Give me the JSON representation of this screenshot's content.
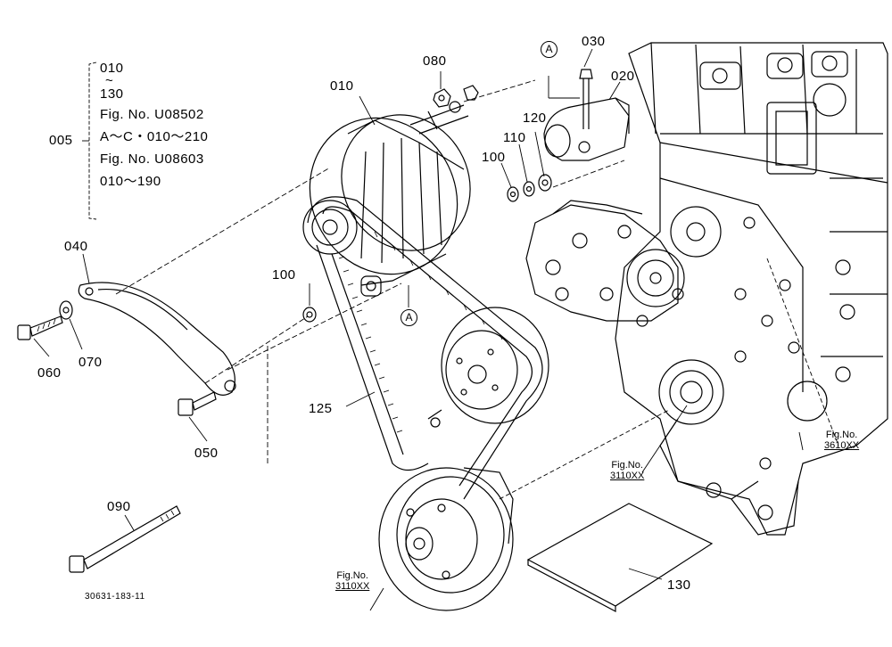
{
  "diagram_id": "30631-183-11",
  "group_label": "005",
  "group_note": [
    "010",
    "~",
    "130",
    "Fig. No. U08502",
    "A～C・010～210",
    "Fig. No. U08603",
    "010～190"
  ],
  "parts": {
    "p010": "010",
    "p020": "020",
    "p030": "030",
    "p040": "040",
    "p050": "050",
    "p060": "060",
    "p070": "070",
    "p080": "080",
    "p090": "090",
    "p100a": "100",
    "p100b": "100",
    "p110": "110",
    "p120": "120",
    "p125": "125",
    "p130": "130"
  },
  "callout_a": "A",
  "fig_refs": {
    "fig_top_left": [
      "Fig.No.",
      "3110XX"
    ],
    "fig_center": [
      "Fig.No.",
      "3110XX"
    ],
    "fig_right": [
      "Fig.No.",
      "3610XX"
    ]
  }
}
